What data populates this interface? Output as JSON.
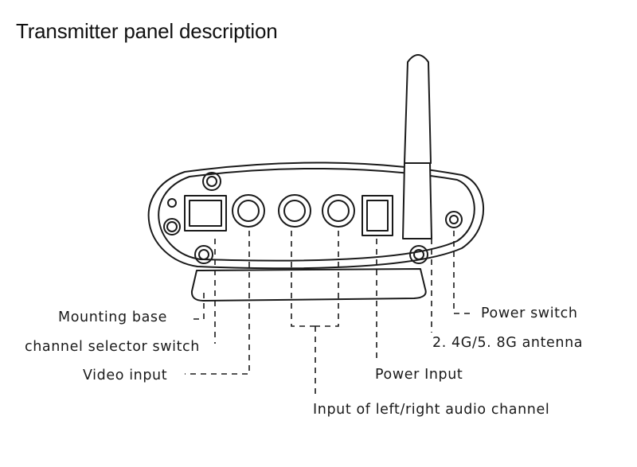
{
  "title": "Transmitter panel description",
  "labels": {
    "mounting_base": "Mounting base",
    "channel_selector_switch": "channel selector switch",
    "video_input": "Video input",
    "power_input": "Power Input",
    "audio_input": "Input of left/right audio channel",
    "power_switch": "Power switch",
    "antenna": "2. 4G/5. 8G antenna"
  },
  "colors": {
    "line": "#1a1a1a",
    "background": "#ffffff"
  }
}
